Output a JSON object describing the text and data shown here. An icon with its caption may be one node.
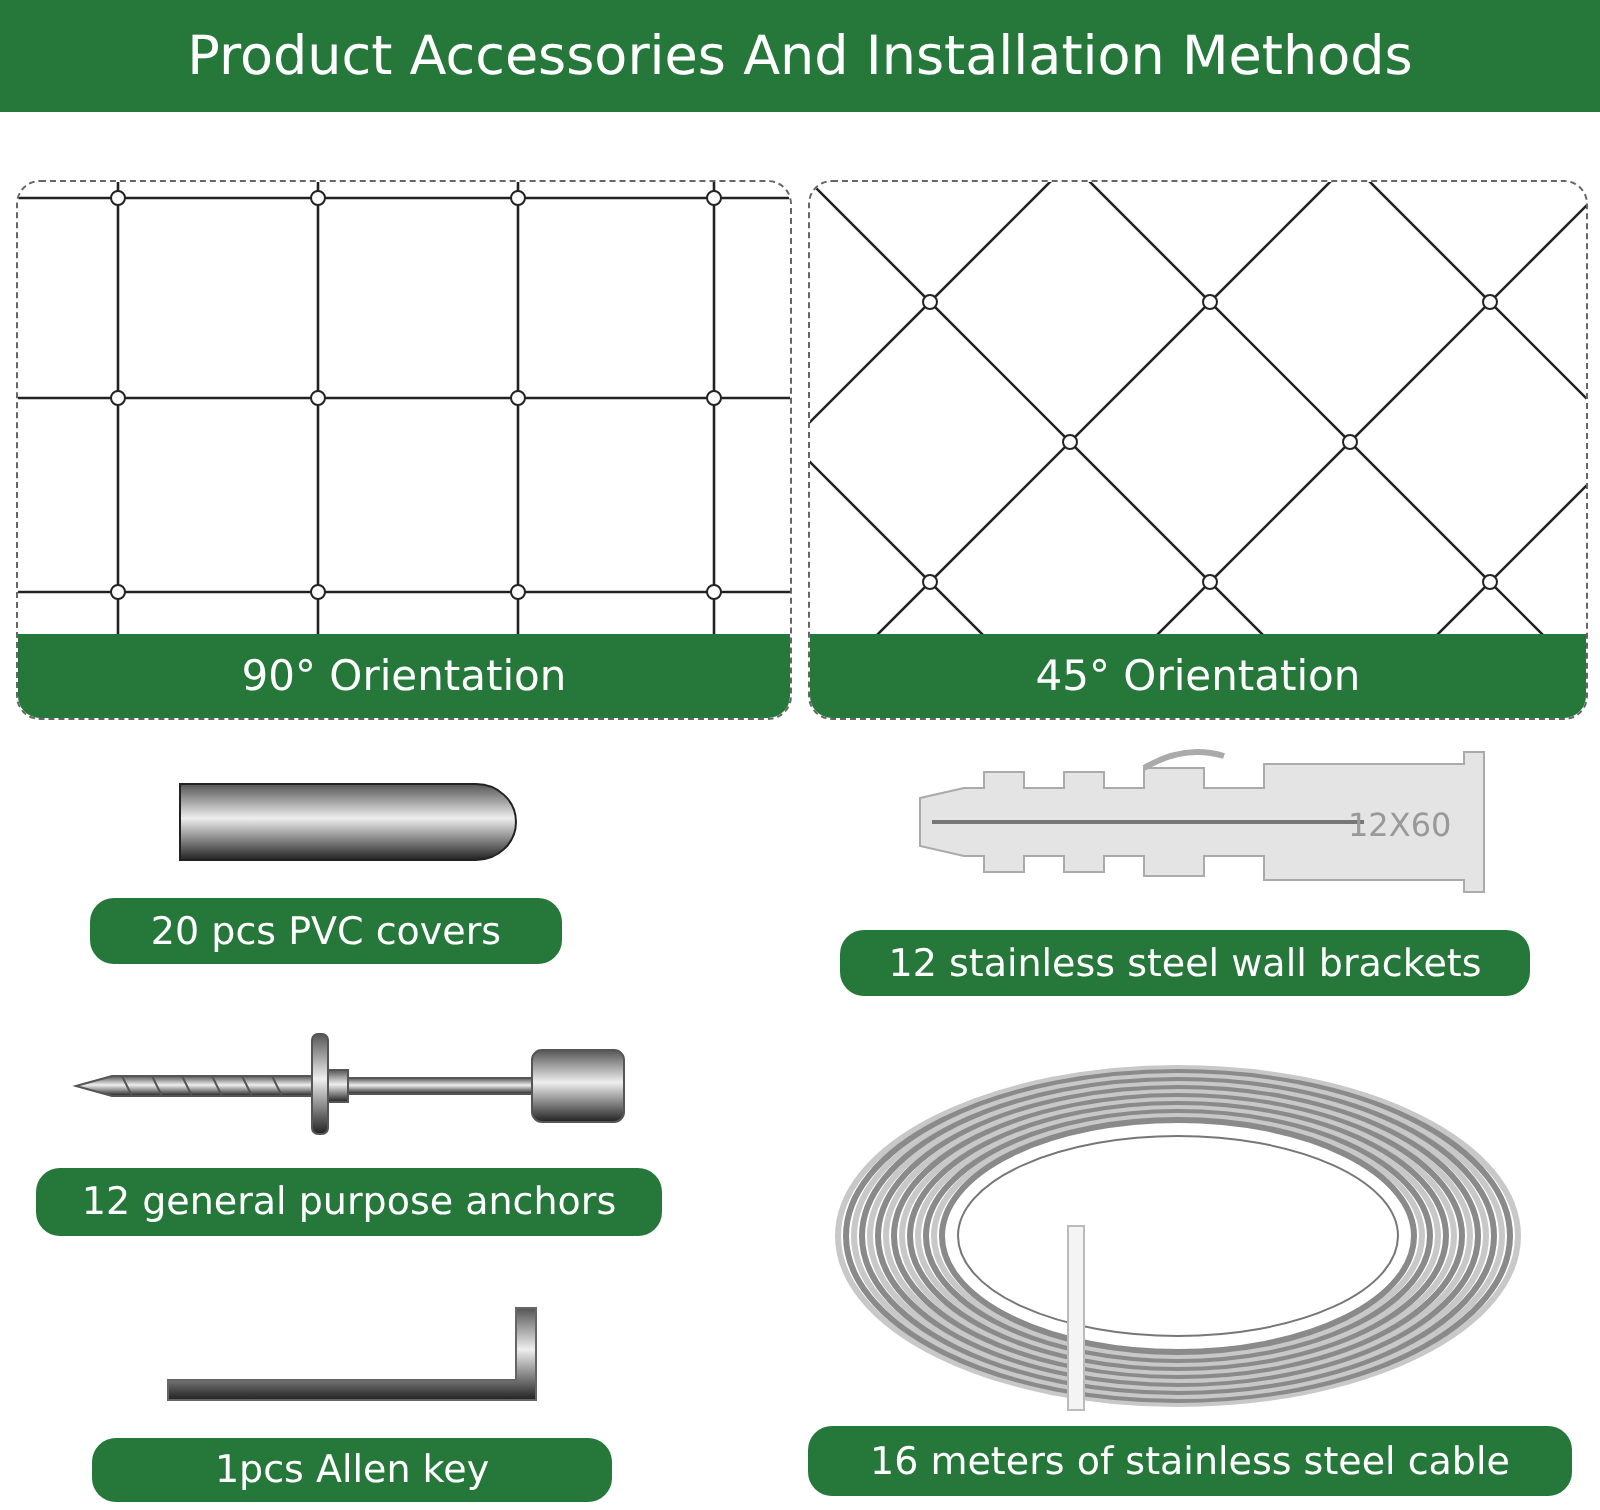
{
  "diagram": {
    "title": "Product Accessories And Installation Methods",
    "nodes": [
      {
        "text": [
          "90° Orientation"
        ]
      },
      {
        "text": [
          "45° Orientation"
        ]
      },
      {
        "text": [
          "20 pcs PVC covers"
        ]
      },
      {
        "text": [
          "12 stainless steel wall brackets"
        ]
      },
      {
        "text": [
          "12 general purpose anchors"
        ]
      },
      {
        "text": [
          "1pcs  Allen key"
        ]
      },
      {
        "text": [
          "16 meters of stainless steel cable"
        ]
      }
    ],
    "labels": [
      "12X60"
    ]
  }
}
